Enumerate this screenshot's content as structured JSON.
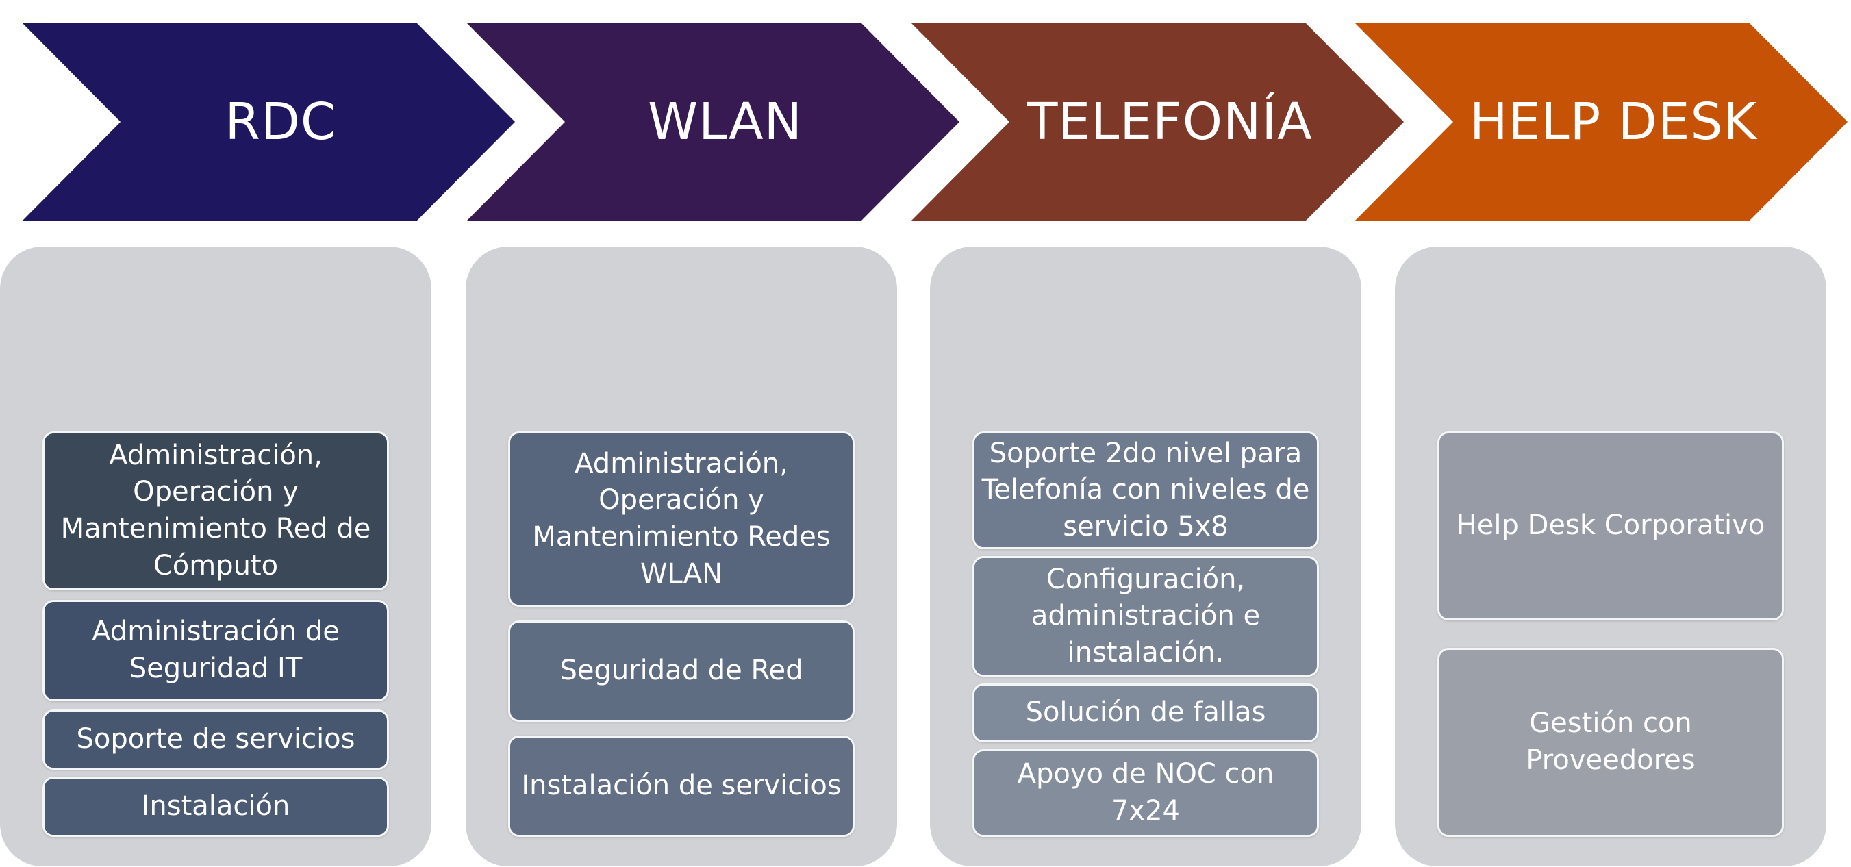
{
  "columns": [
    {
      "header": "RDC",
      "header_color": "#1f1660",
      "items": [
        {
          "text": "Administración, Operación y Mantenimiento Red de Cómputo",
          "color": "#3a4858"
        },
        {
          "text": "Administración de Seguridad IT",
          "color": "#40506a"
        },
        {
          "text": "Soporte de servicios",
          "color": "#475770"
        },
        {
          "text": "Instalación",
          "color": "#4b5b74"
        }
      ]
    },
    {
      "header": "WLAN",
      "header_color": "#371a52",
      "items": [
        {
          "text": "Administración, Operación y Mantenimiento Redes WLAN",
          "color": "#57667c"
        },
        {
          "text": "Seguridad de Red",
          "color": "#5e6d82"
        },
        {
          "text": "Instalación de servicios",
          "color": "#626f85"
        }
      ]
    },
    {
      "header": "TELEFONÍA",
      "header_color": "#7e3828",
      "items": [
        {
          "text": "Soporte 2do nivel para Telefonía con niveles de servicio 5x8",
          "color": "#6f7b8f"
        },
        {
          "text": "Configuración, administración e instalación.",
          "color": "#788394"
        },
        {
          "text": "Solución de fallas",
          "color": "#7f8a9a"
        },
        {
          "text": "Apoyo de NOC con 7x24",
          "color": "#838d9b"
        }
      ]
    },
    {
      "header": "HELP DESK",
      "header_color": "#c55205",
      "items": [
        {
          "text": "Help Desk Corporativo",
          "color": "#969ba5"
        },
        {
          "text": "Gestión con Proveedores",
          "color": "#9ba0a9"
        }
      ]
    }
  ]
}
